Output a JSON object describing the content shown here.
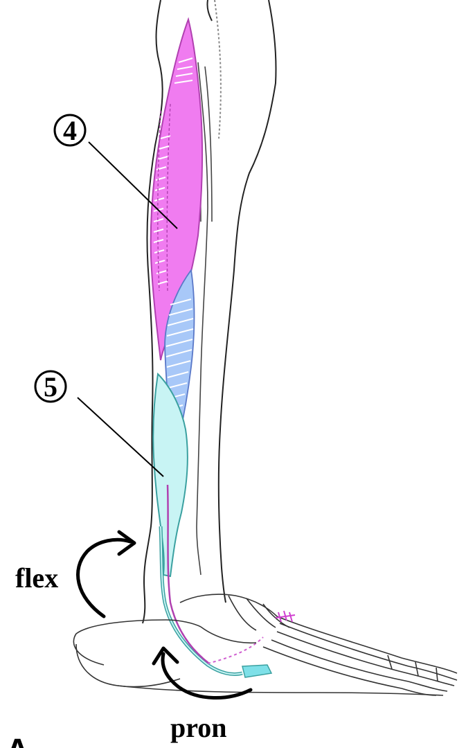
{
  "figure": {
    "callouts": [
      {
        "id": "4",
        "text": "4"
      },
      {
        "id": "5",
        "text": "5"
      }
    ],
    "motion_labels": {
      "flex": "flex",
      "pron": "pron"
    },
    "panel_letter": "A"
  },
  "colors": {
    "outline": "#111111",
    "bone_outline": "#333333",
    "muscle_magenta": "#f07cf0",
    "muscle_magenta_edge": "#b040b0",
    "muscle_blue": "#a8c8f8",
    "muscle_blue_edge": "#5a78c8",
    "tendon_cyan": "#c8f4f4",
    "tendon_cyan_edge": "#3aa0a0",
    "arrow": "#000000"
  }
}
